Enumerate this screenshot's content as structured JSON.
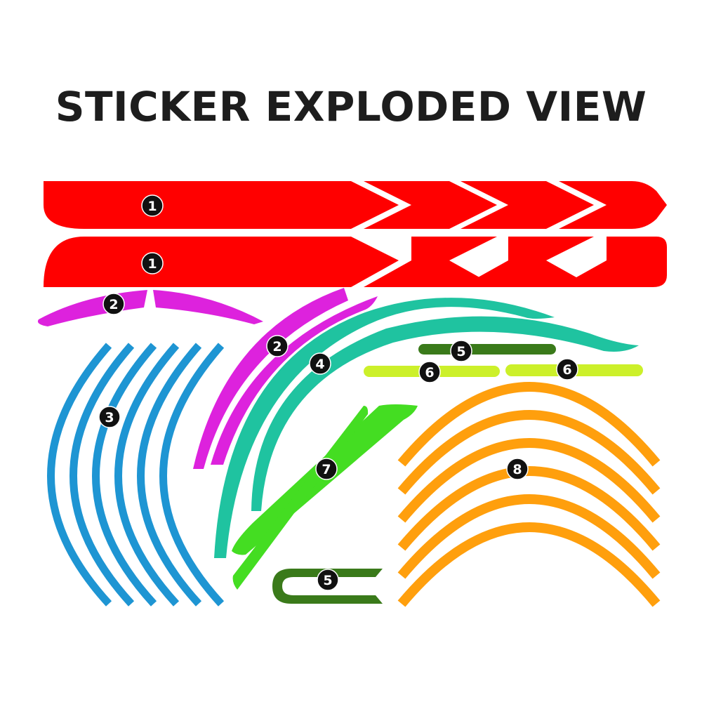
{
  "title": "STICKER EXPLODED VIEW",
  "colors": {
    "part1": "#ff0000",
    "part2": "#dd22dd",
    "part3": "#1e95d3",
    "part4": "#1fc3a0",
    "part5": "#3a7a1a",
    "part6": "#ccf02a",
    "part7": "#44dd22",
    "part8": "#ff9f0d",
    "label_fill": "#111111",
    "label_text": "#ffffff"
  },
  "labels": [
    "1",
    "1",
    "2",
    "2",
    "3",
    "4",
    "5",
    "5",
    "6",
    "6",
    "7",
    "8"
  ]
}
